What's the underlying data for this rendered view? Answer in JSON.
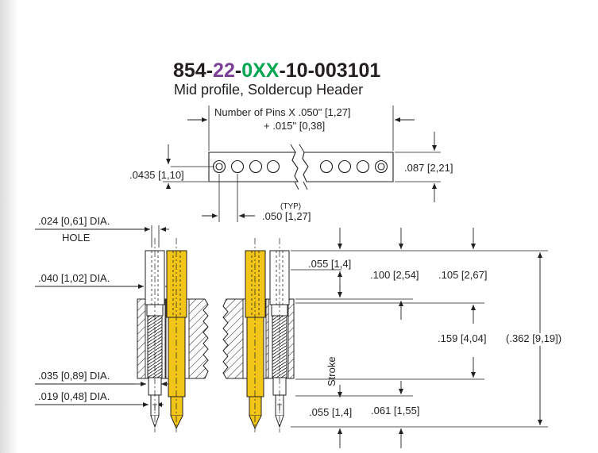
{
  "part_number": {
    "prefix": "854-",
    "seg_a": "22",
    "sep_a": "-",
    "seg_b": "0XX",
    "suffix": "-10-003101",
    "color_prefix": "#231f20",
    "color_seg_a": "#7b3f98",
    "color_seg_b": "#00a650"
  },
  "subtitle": "Mid profile, Soldercup Header",
  "top_view": {
    "pins_line1": "Number of Pins X .050\" [1,27]",
    "pins_line2": "+ .015\" [0,38]",
    "hole_offset": ".0435 [1,10]",
    "height": ".087 [2,21]",
    "typ": "(TYP)",
    "pitch": ".050 [1,27]"
  },
  "side_view": {
    "hole_dia": ".024 [0,61] DIA.",
    "hole_word": "HOLE",
    "body_dia": ".040 [1,02] DIA.",
    "pin_dia_035": ".035 [0,89] DIA.",
    "pin_dia_019": ".019 [0,48] DIA.",
    "dim_055_top": ".055 [1,4]",
    "dim_100": ".100 [2,54]",
    "dim_105": ".105 [2,67]",
    "dim_159": ".159 [4,04]",
    "dim_362": "(.362 [9,19])",
    "stroke": "Stroke",
    "dim_055_bottom": ".055 [1,4]",
    "dim_061": ".061 [1,55]"
  },
  "colors": {
    "gold": "#f2c619",
    "gold_dark": "#c99a0a",
    "line": "#231f20"
  }
}
